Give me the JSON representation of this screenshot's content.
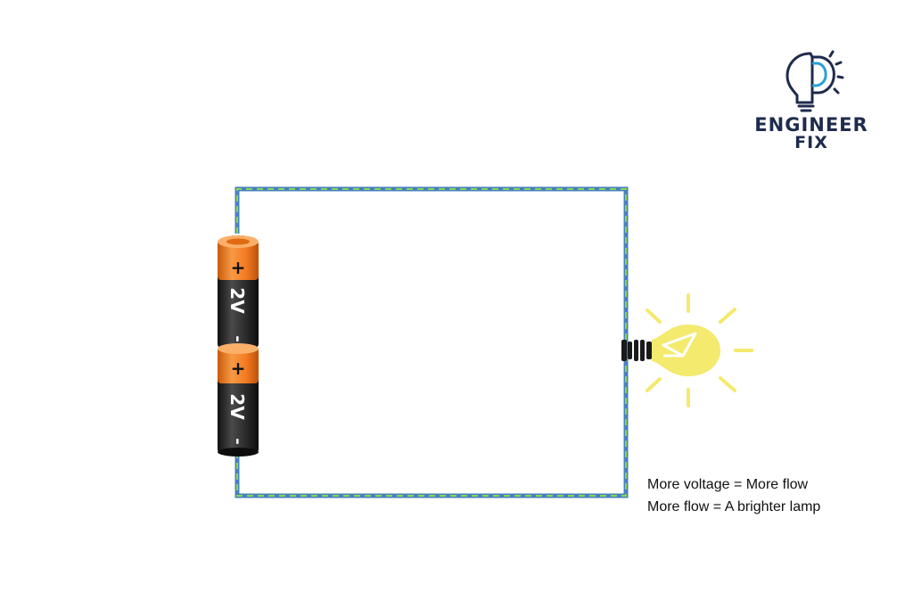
{
  "logo": {
    "line1": "ENGINEER",
    "line2": "FIX",
    "icon": "lightbulb-gear-icon",
    "color": "#1f2b4d",
    "accent": "#2a9fd6"
  },
  "batteries": [
    {
      "voltage": "2V",
      "plus": "+",
      "minus": "-"
    },
    {
      "voltage": "2V",
      "plus": "+",
      "minus": "-"
    }
  ],
  "lamp": {
    "icon": "light-bulb-icon",
    "state": "lit",
    "color": "#f3ea6e"
  },
  "wire": {
    "color": "#4a7fbf",
    "flow_color": "#7ed957"
  },
  "captions": [
    "More voltage = More flow",
    "More flow = A brighter lamp"
  ],
  "colors": {
    "battery_cap": "#f47a20",
    "battery_body": "#2a2a2a"
  }
}
